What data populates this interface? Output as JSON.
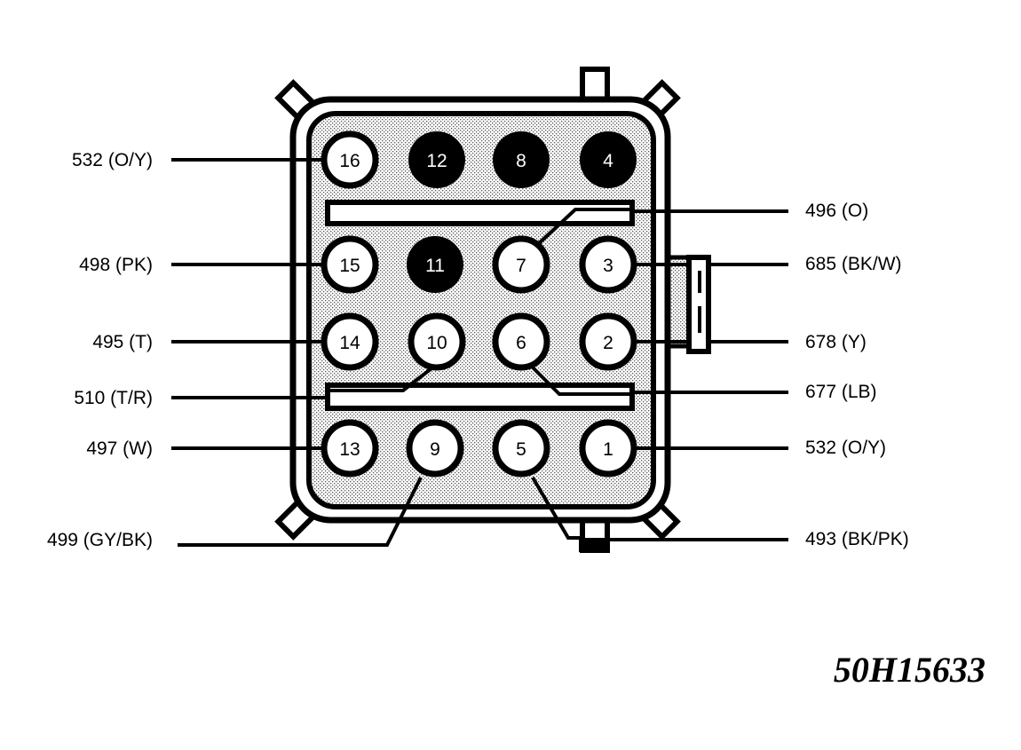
{
  "figure_id": "50H15633",
  "pins": [
    {
      "number": "16",
      "filled": false
    },
    {
      "number": "12",
      "filled": true
    },
    {
      "number": "8",
      "filled": true
    },
    {
      "number": "4",
      "filled": true
    },
    {
      "number": "15",
      "filled": false
    },
    {
      "number": "11",
      "filled": true
    },
    {
      "number": "7",
      "filled": false
    },
    {
      "number": "3",
      "filled": false
    },
    {
      "number": "14",
      "filled": false
    },
    {
      "number": "10",
      "filled": false
    },
    {
      "number": "6",
      "filled": false
    },
    {
      "number": "2",
      "filled": false
    },
    {
      "number": "13",
      "filled": false
    },
    {
      "number": "9",
      "filled": false
    },
    {
      "number": "5",
      "filled": false
    },
    {
      "number": "1",
      "filled": false
    }
  ],
  "wire_labels": {
    "pin16": "532 (O/Y)",
    "pin15": "498 (PK)",
    "pin14": "495 (T)",
    "pin10": "510 (T/R)",
    "pin13": "497 (W)",
    "pin9": "499 (GY/BK)",
    "pin7": "496 (O)",
    "pin3": "685 (BK/W)",
    "pin2": "678 (Y)",
    "pin6": "677 (LB)",
    "pin1": "532 (O/Y)",
    "pin5": "493 (BK/PK)"
  }
}
